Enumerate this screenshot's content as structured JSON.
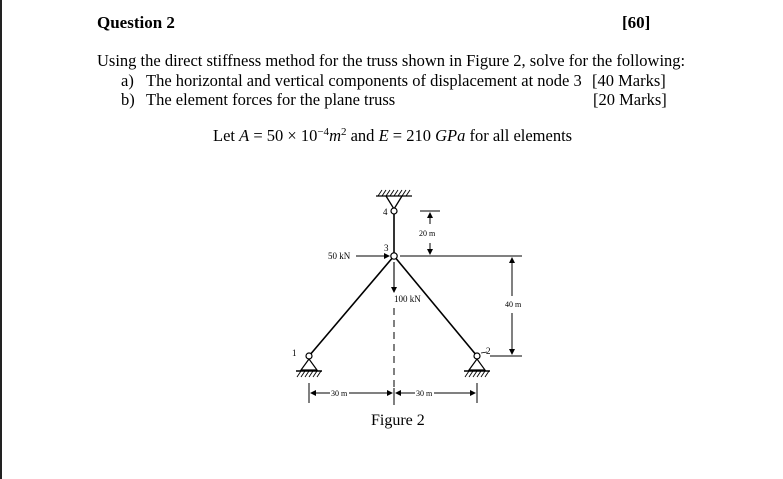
{
  "question": {
    "title": "Question 2",
    "total_marks": "[60]",
    "intro": "Using the direct stiffness method for the truss shown in Figure 2, solve for the following:",
    "parts": [
      {
        "label": "a)",
        "text": "The horizontal and vertical components of displacement at node 3",
        "marks": "[40 Marks]"
      },
      {
        "label": "b)",
        "text": "The element forces for the plane truss",
        "marks": "[20 Marks]"
      }
    ],
    "given": {
      "prefix": "Let ",
      "a_symbol": "A",
      "a_value": " = 50 × 10",
      "a_exp": "−4",
      "a_unit": "m",
      "a_unit_exp": "2",
      "and_text": " and ",
      "e_symbol": "E",
      "e_value": " = 210 ",
      "e_unit": "GPa",
      "suffix": " for all elements"
    }
  },
  "figure": {
    "caption": "Figure 2",
    "nodes": {
      "n1": "1",
      "n2": "2",
      "n3": "3",
      "n4": "4"
    },
    "loads": {
      "horizontal": "50 kN",
      "vertical": "100 kN"
    },
    "dimensions": {
      "top": "20 m",
      "height": "40 m",
      "left_span": "30 m",
      "right_span": "30 m"
    }
  }
}
